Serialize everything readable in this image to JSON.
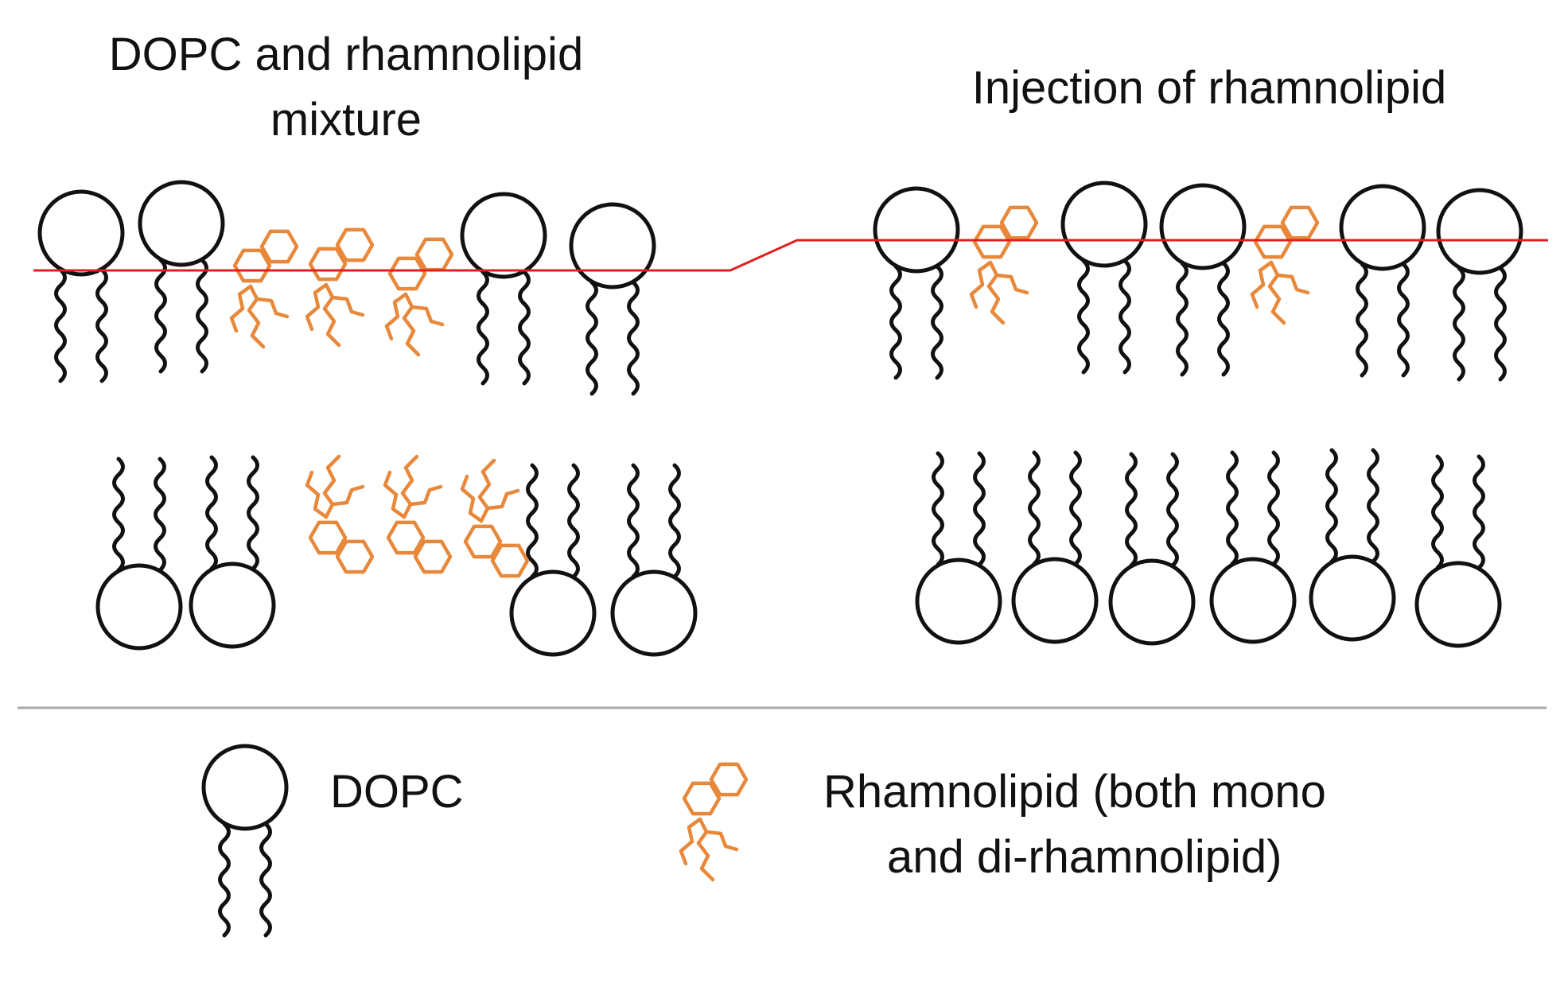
{
  "panels": {
    "left": {
      "title_line1": "DOPC and rhamnolipid",
      "title_line2": "mixture"
    },
    "right": {
      "title": "Injection of rhamnolipid"
    }
  },
  "legend": {
    "dopc": "DOPC",
    "rhamnolipid_line1": "Rhamnolipid (both mono",
    "rhamnolipid_line2": "and di-rhamnolipid)"
  },
  "colors": {
    "lipid": "#111111",
    "rhamnolipid": "#e8883a",
    "surface_line": "#e0201f",
    "divider": "#a8a8a8"
  }
}
